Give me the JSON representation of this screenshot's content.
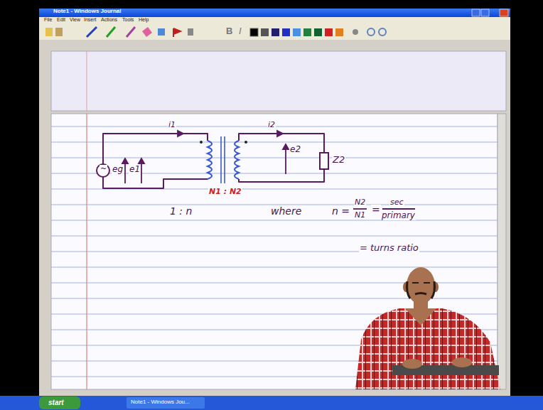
{
  "diagram": {
    "labels": [
      "Note1 - Windows Journal",
      "File",
      "Edit",
      "View",
      "Insert",
      "Actions",
      "Tools",
      "Help",
      "B",
      "I",
      "~",
      "eg",
      "e1",
      "i1",
      "i2",
      "e2",
      "Z2",
      "N1 : N2",
      "1 : n",
      "where",
      "n =",
      "N2",
      "N1",
      "=",
      "sec",
      "primary",
      "= turns ratio",
      "start",
      "Note1 - Windows Jou..."
    ]
  }
}
